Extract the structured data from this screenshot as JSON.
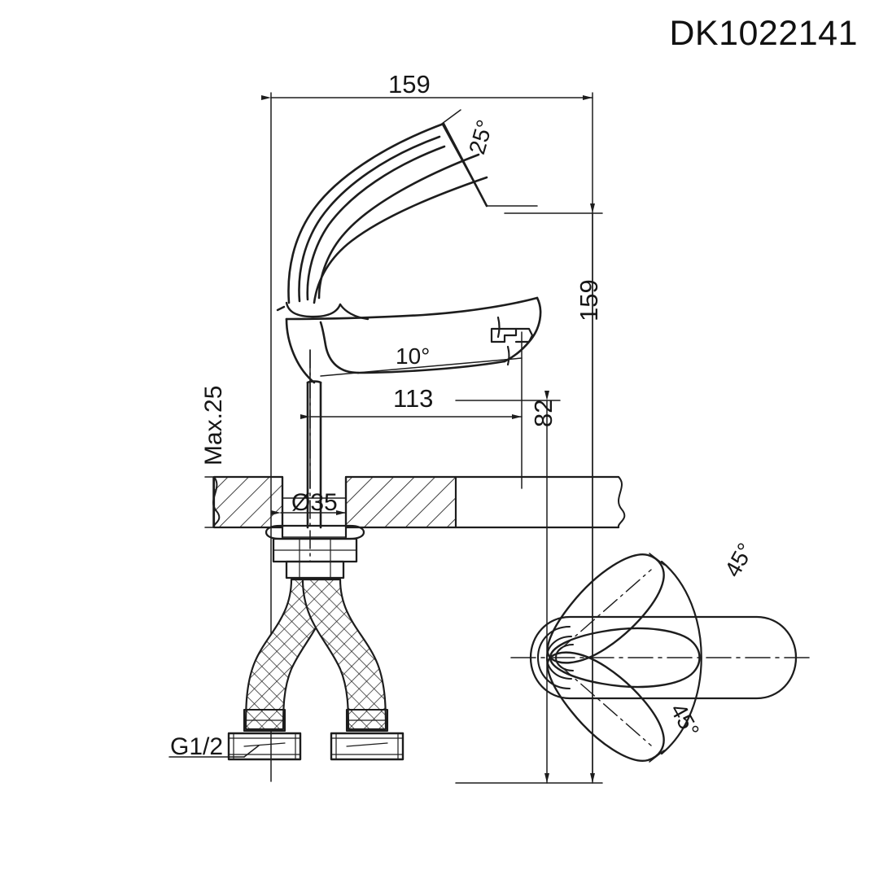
{
  "title": {
    "part_number": "DK1022141"
  },
  "drawing": {
    "type": "technical-drawing",
    "subject": "single-lever basin mixer faucet",
    "units": "mm",
    "line_color": "#1d1d1d",
    "background_color": "#ffffff",
    "views": [
      {
        "name": "front-elevation",
        "position": "left"
      },
      {
        "name": "top-view",
        "position": "bottom-right"
      }
    ]
  },
  "dimensions": {
    "overall_width": {
      "label": "159",
      "orientation": "horizontal",
      "location": "top"
    },
    "overall_height": {
      "label": "159",
      "orientation": "vertical",
      "location": "right-outer"
    },
    "spout_height": {
      "label": "82",
      "orientation": "vertical",
      "location": "right-inner"
    },
    "spout_reach": {
      "label": "113",
      "orientation": "horizontal",
      "location": "center"
    },
    "deck_thickness": {
      "label": "Max.25",
      "orientation": "vertical",
      "location": "counter-left"
    },
    "mounting_hole": {
      "label": "Ø35",
      "orientation": "horizontal",
      "location": "counter-center"
    },
    "inlet_thread": {
      "label": "G1/2",
      "orientation": "horizontal",
      "location": "hose-bottom-left"
    }
  },
  "angles": {
    "handle_lift": {
      "label": "25°",
      "location": "front-view-handle"
    },
    "spout_taper": {
      "label": "10°",
      "location": "front-view-spout"
    },
    "handle_swivel_up": {
      "label": "45°",
      "location": "top-view-upper"
    },
    "handle_swivel_down": {
      "label": "45°",
      "location": "top-view-lower"
    }
  },
  "components": {
    "handle": "single lever handle",
    "spout": "curved spout with aerator",
    "counter": "hatched counter section",
    "hoses": "two braided flexible supply hoses",
    "fittings": "two hex union nuts"
  }
}
